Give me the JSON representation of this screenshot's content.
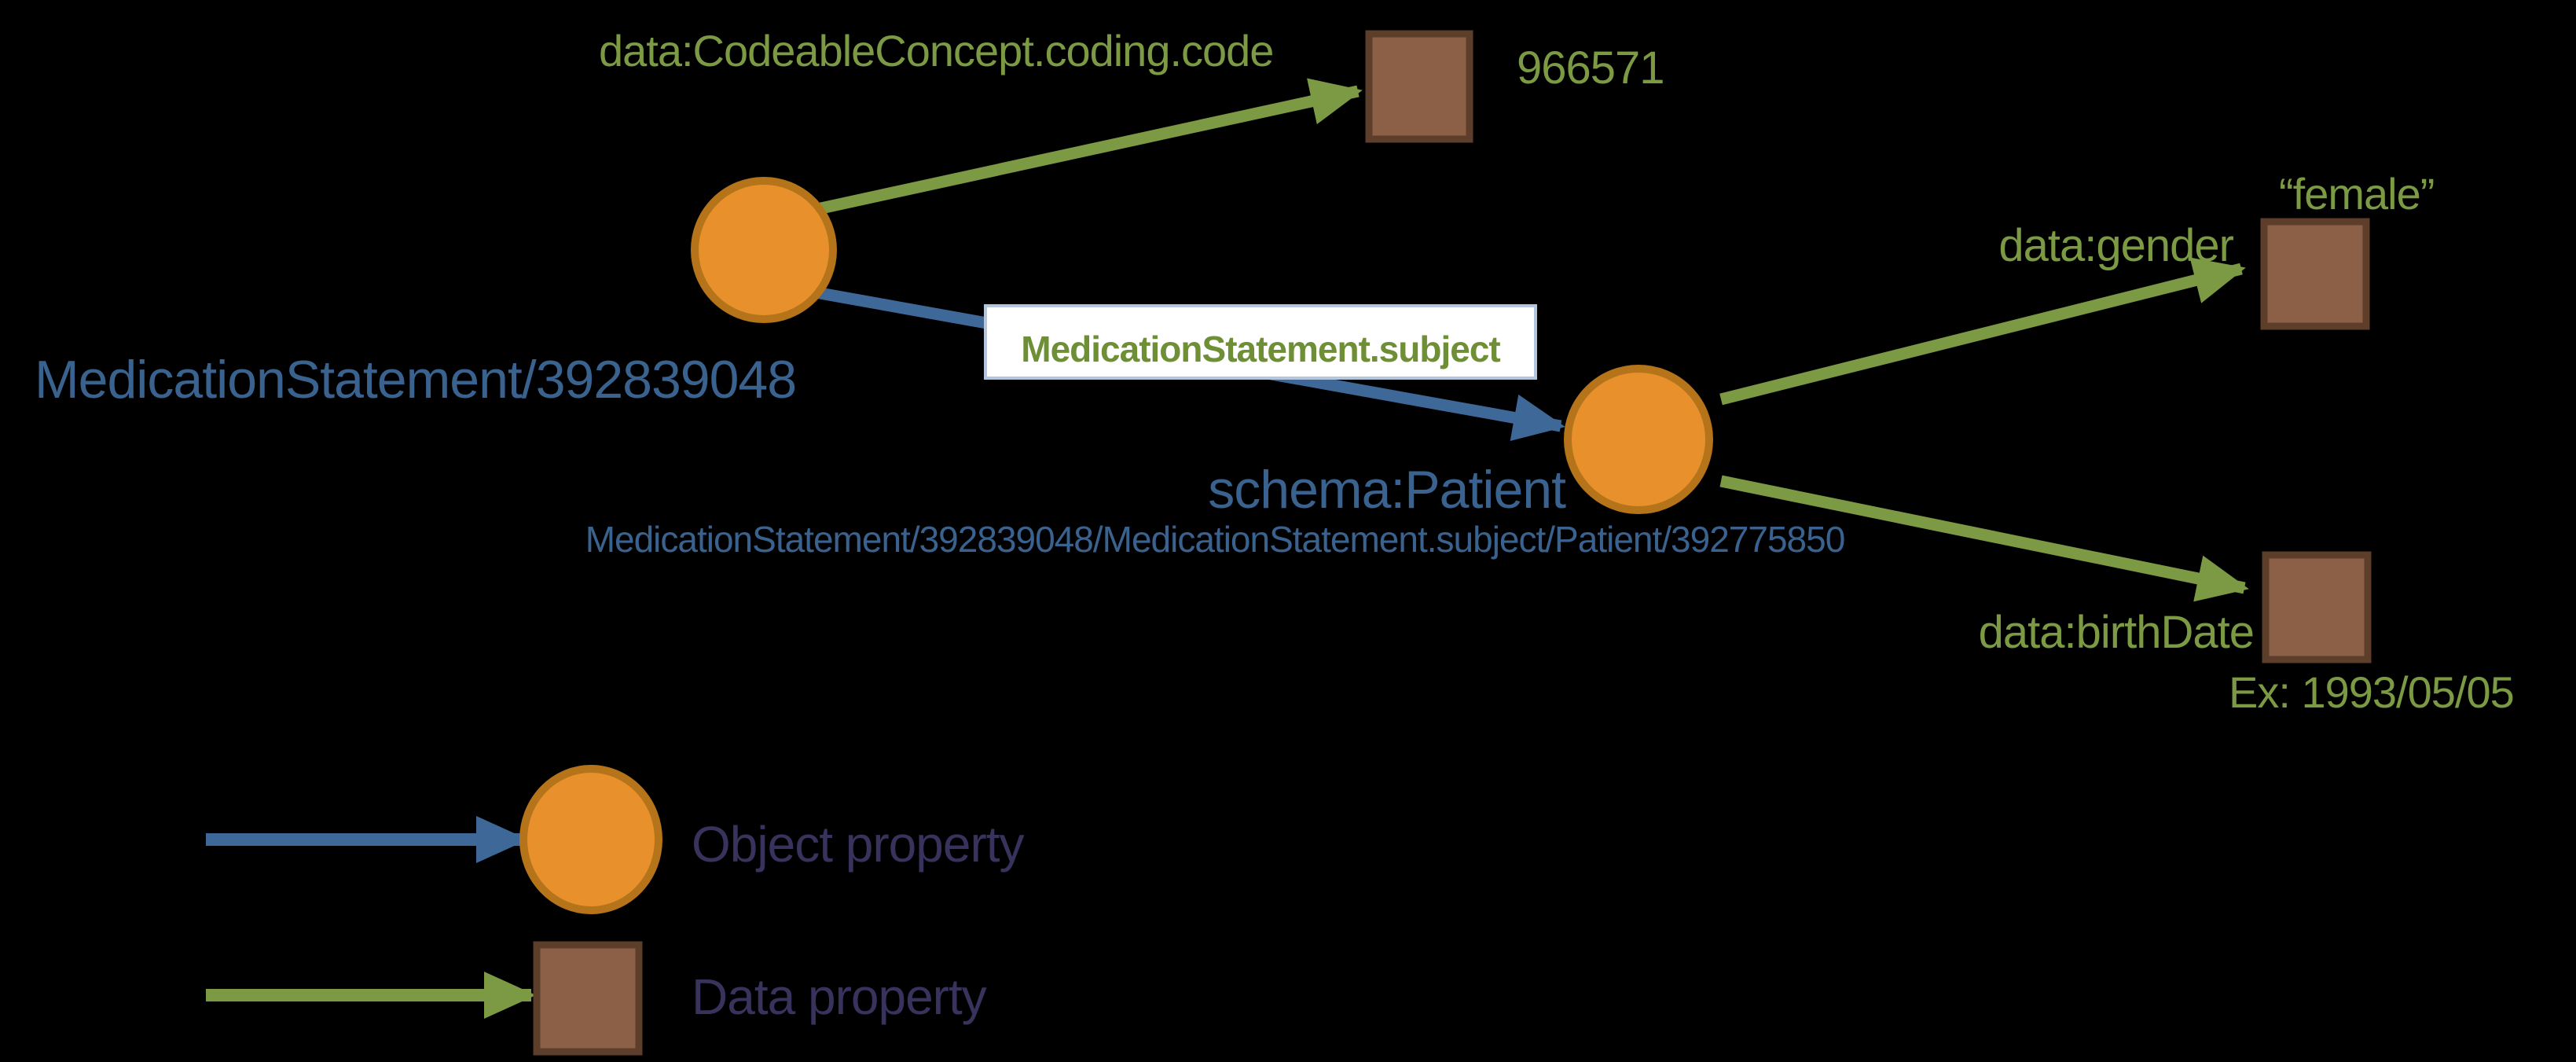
{
  "diagram": {
    "title_hint": "FHIR RDF graph example",
    "nodes": {
      "medication_statement": {
        "label": "MedicationStatement/392839048"
      },
      "patient": {
        "label": "schema:Patient",
        "uri": "MedicationStatement/392839048/MedicationStatement.subject/Patient/392775850"
      }
    },
    "edges": {
      "coding_code": {
        "label": "data:CodeableConcept.coding.code",
        "value": "966571"
      },
      "subject": {
        "label": "MedicationStatement.subject"
      },
      "gender": {
        "label": "data:gender",
        "value": "“female”"
      },
      "birth_date": {
        "label": "data:birthDate",
        "value": "Ex: 1993/05/05"
      }
    },
    "legend": {
      "object_property": "Object property",
      "data_property": "Data property"
    },
    "colors": {
      "background": "#000000",
      "node_fill": "#E8912C",
      "node_stroke": "#B5741A",
      "literal_fill": "#8C5F47",
      "literal_stroke": "#5D3E2B",
      "object_edge_blue": "#3E6898",
      "data_edge_green": "#7B9A43",
      "blue_text": "#3A628F",
      "green_text": "#7B9A43",
      "edge_box_text_green": "#6E8F35",
      "edge_box_fill": "#FFFFFF",
      "edge_box_border": "#B3C6DE",
      "legend_text": "#37335C"
    }
  }
}
